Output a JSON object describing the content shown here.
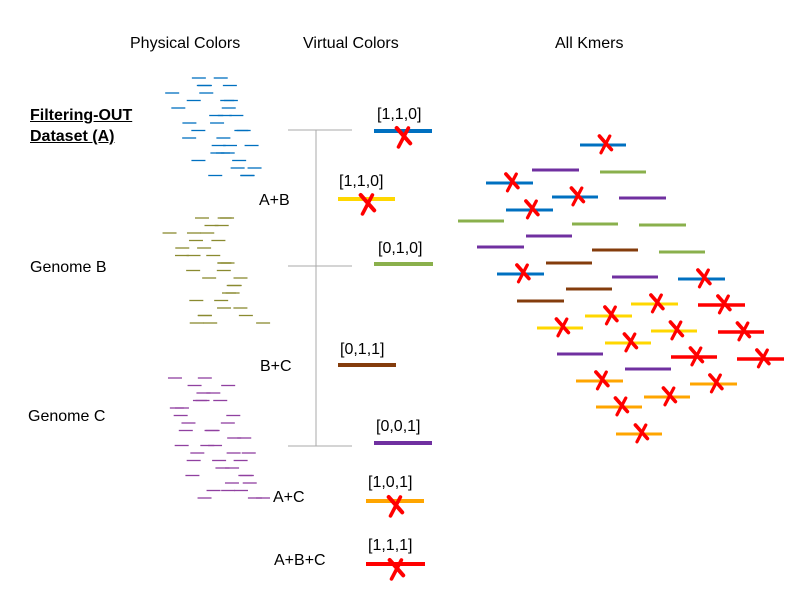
{
  "headers": {
    "physical": "Physical Colors",
    "virtual": "Virtual Colors",
    "all": "All Kmers"
  },
  "genomes": {
    "a_line1": "Filtering-OUT",
    "a_line2": "Dataset (A)",
    "b": "Genome B",
    "c": "Genome C"
  },
  "combos": {
    "ab": "A+B",
    "bc": "B+C",
    "ac": "A+C",
    "abc": "A+B+C"
  },
  "virtual_colors": [
    {
      "label": "[1,1,0]",
      "color": "#0070c0",
      "removed": true
    },
    {
      "label": "[1,1,0]",
      "color": "#ffd700",
      "removed": true
    },
    {
      "label": "[0,1,0]",
      "color": "#8ab04c",
      "removed": false
    },
    {
      "label": "[0,1,1]",
      "color": "#843c0c",
      "removed": false
    },
    {
      "label": "[0,0,1]",
      "color": "#7030a0",
      "removed": false
    },
    {
      "label": "[1,0,1]",
      "color": "#ffa500",
      "removed": true
    },
    {
      "label": "[1,1,1]",
      "color": "#ff0000",
      "removed": true
    }
  ],
  "physical_colors": {
    "a": "#0070c0",
    "b": "#8a8a30",
    "c": "#9040a0"
  },
  "cross_color": "#ff0000"
}
